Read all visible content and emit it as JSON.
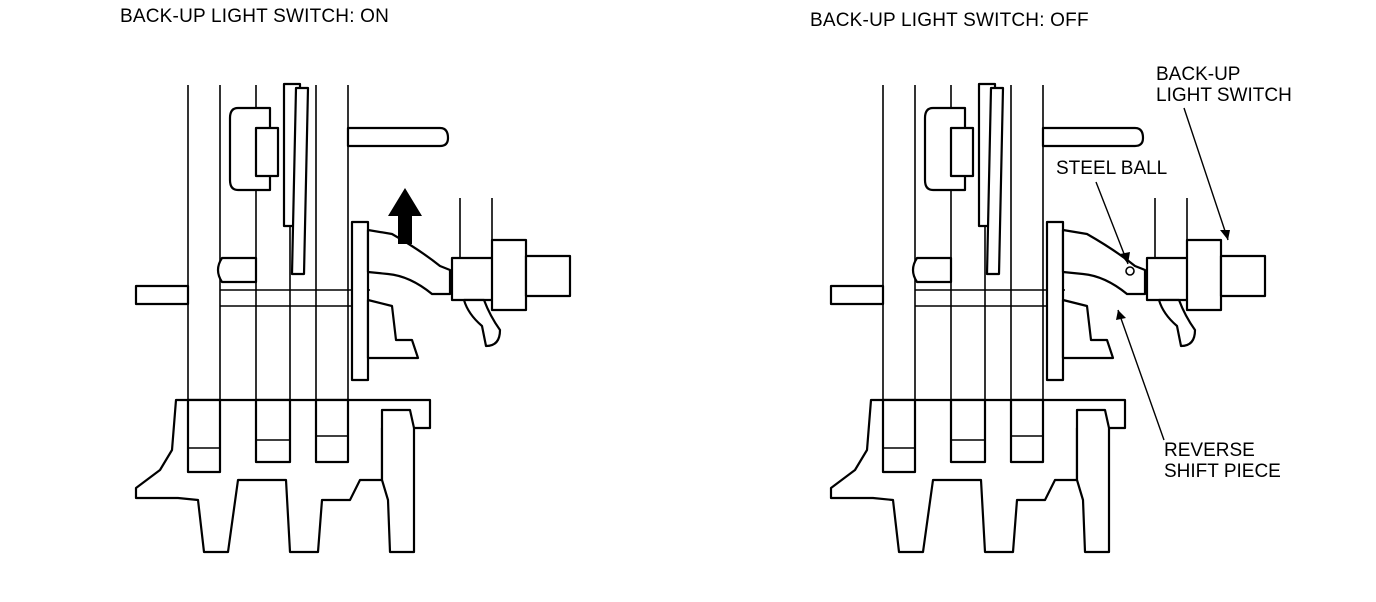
{
  "panels": {
    "on": {
      "title": "BACK-UP LIGHT SWITCH: ON"
    },
    "off": {
      "title": "BACK-UP LIGHT SWITCH: OFF"
    }
  },
  "callouts": {
    "switch_line1": "BACK-UP",
    "switch_line2": "LIGHT SWITCH",
    "ball": "STEEL BALL",
    "piece_line1": "REVERSE",
    "piece_line2": "SHIFT PIECE"
  },
  "icons": {
    "arrow": "up-arrow-icon"
  }
}
